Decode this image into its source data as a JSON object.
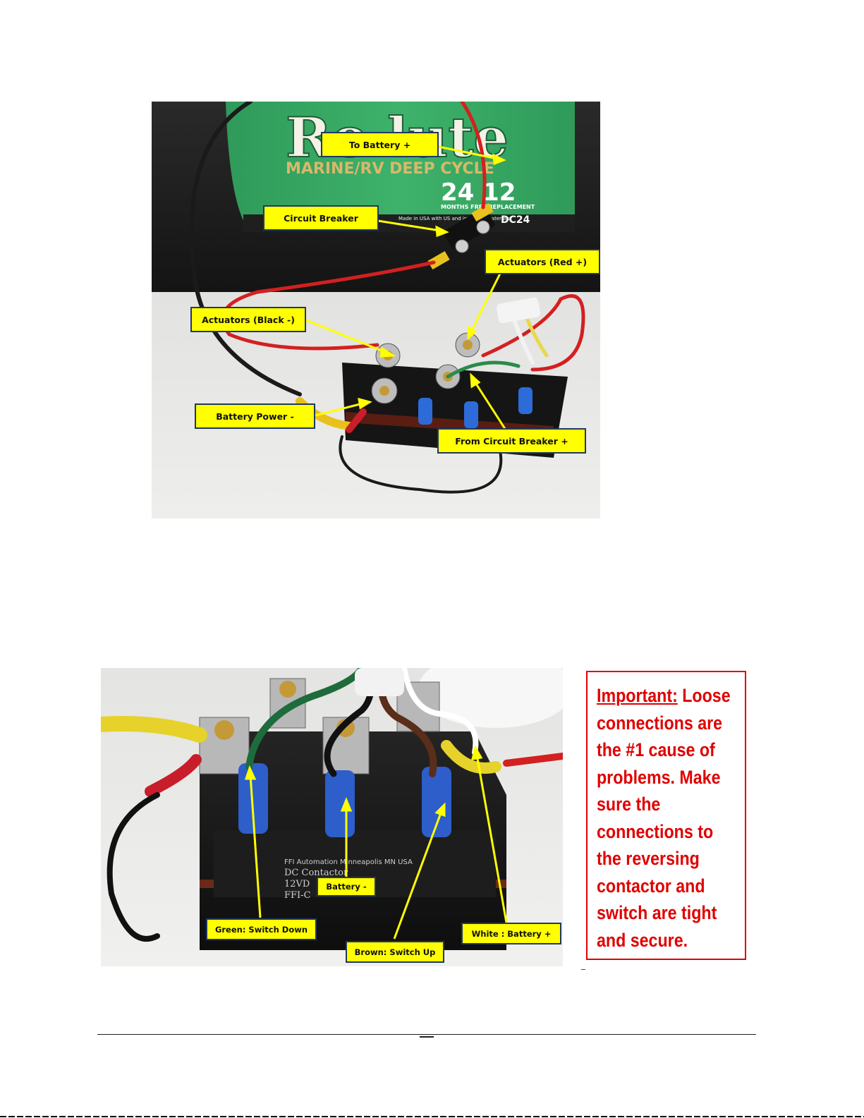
{
  "figure1": {
    "battery_brand_partial": "Ro  lute",
    "battery_type": "MARINE/RV DEEP CYCLE",
    "battery_warranty_numbers": "24 12",
    "battery_warranty_text": "MONTHS FREE REPLACEMENT",
    "battery_fine_print": "Made in USA with US and imported materials",
    "battery_model": "DC24",
    "callouts": {
      "to_battery": "To Battery +",
      "circuit_breaker": "Circuit Breaker",
      "actuators_red": "Actuators (Red +)",
      "actuators_black": "Actuators (Black -)",
      "battery_power": "Battery Power -",
      "from_breaker": "From Circuit Breaker +"
    }
  },
  "figure2": {
    "contactor_label_line1": "FFI Automation Minneapolis MN  USA",
    "contactor_label_line2": "DC Contactor",
    "contactor_label_line3": "12VD",
    "contactor_label_line4": "FFI-C",
    "callouts": {
      "battery_minus": "Battery -",
      "green": "Green: Switch Down",
      "brown": "Brown: Switch Up",
      "white": "White : Battery +"
    }
  },
  "note": {
    "heading": "Important:",
    "body": " Loose connections are the #1 cause of problems.  Make sure the connections to the reversing contactor and switch are tight and secure."
  },
  "colors": {
    "callout_fill": "#ffff00",
    "callout_border": "#203864",
    "note_red": "#e00000"
  }
}
